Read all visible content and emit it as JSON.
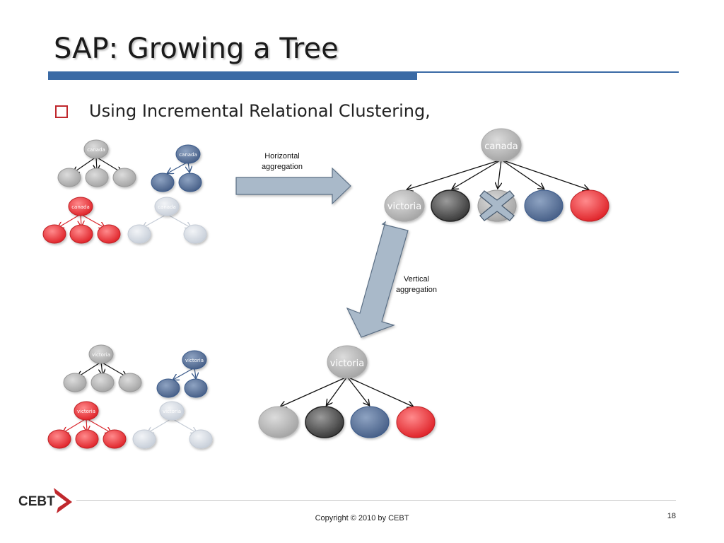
{
  "slide": {
    "title": "SAP: Growing a Tree",
    "bullet": "Using Incremental Relational Clustering,",
    "copyright": "Copyright © 2010 by CEBT",
    "page_number": "18",
    "logo_text": "CEBT"
  },
  "labels": {
    "horizontal_line1": "Horizontal",
    "horizontal_line2": "aggregation",
    "vertical_line1": "Vertical",
    "vertical_line2": "aggregation",
    "canada": "canada",
    "victoria": "victoria"
  },
  "colors": {
    "accent_blue": "#3a6aa5",
    "bullet_red": "#c0282d",
    "gray_node": "#b4b4b4",
    "dark_node": "#555555",
    "blue_node": "#5b7398",
    "red_node": "#e8383d",
    "pale_node": "#d8dde5",
    "arrow_fill": "#a9b9c9"
  }
}
